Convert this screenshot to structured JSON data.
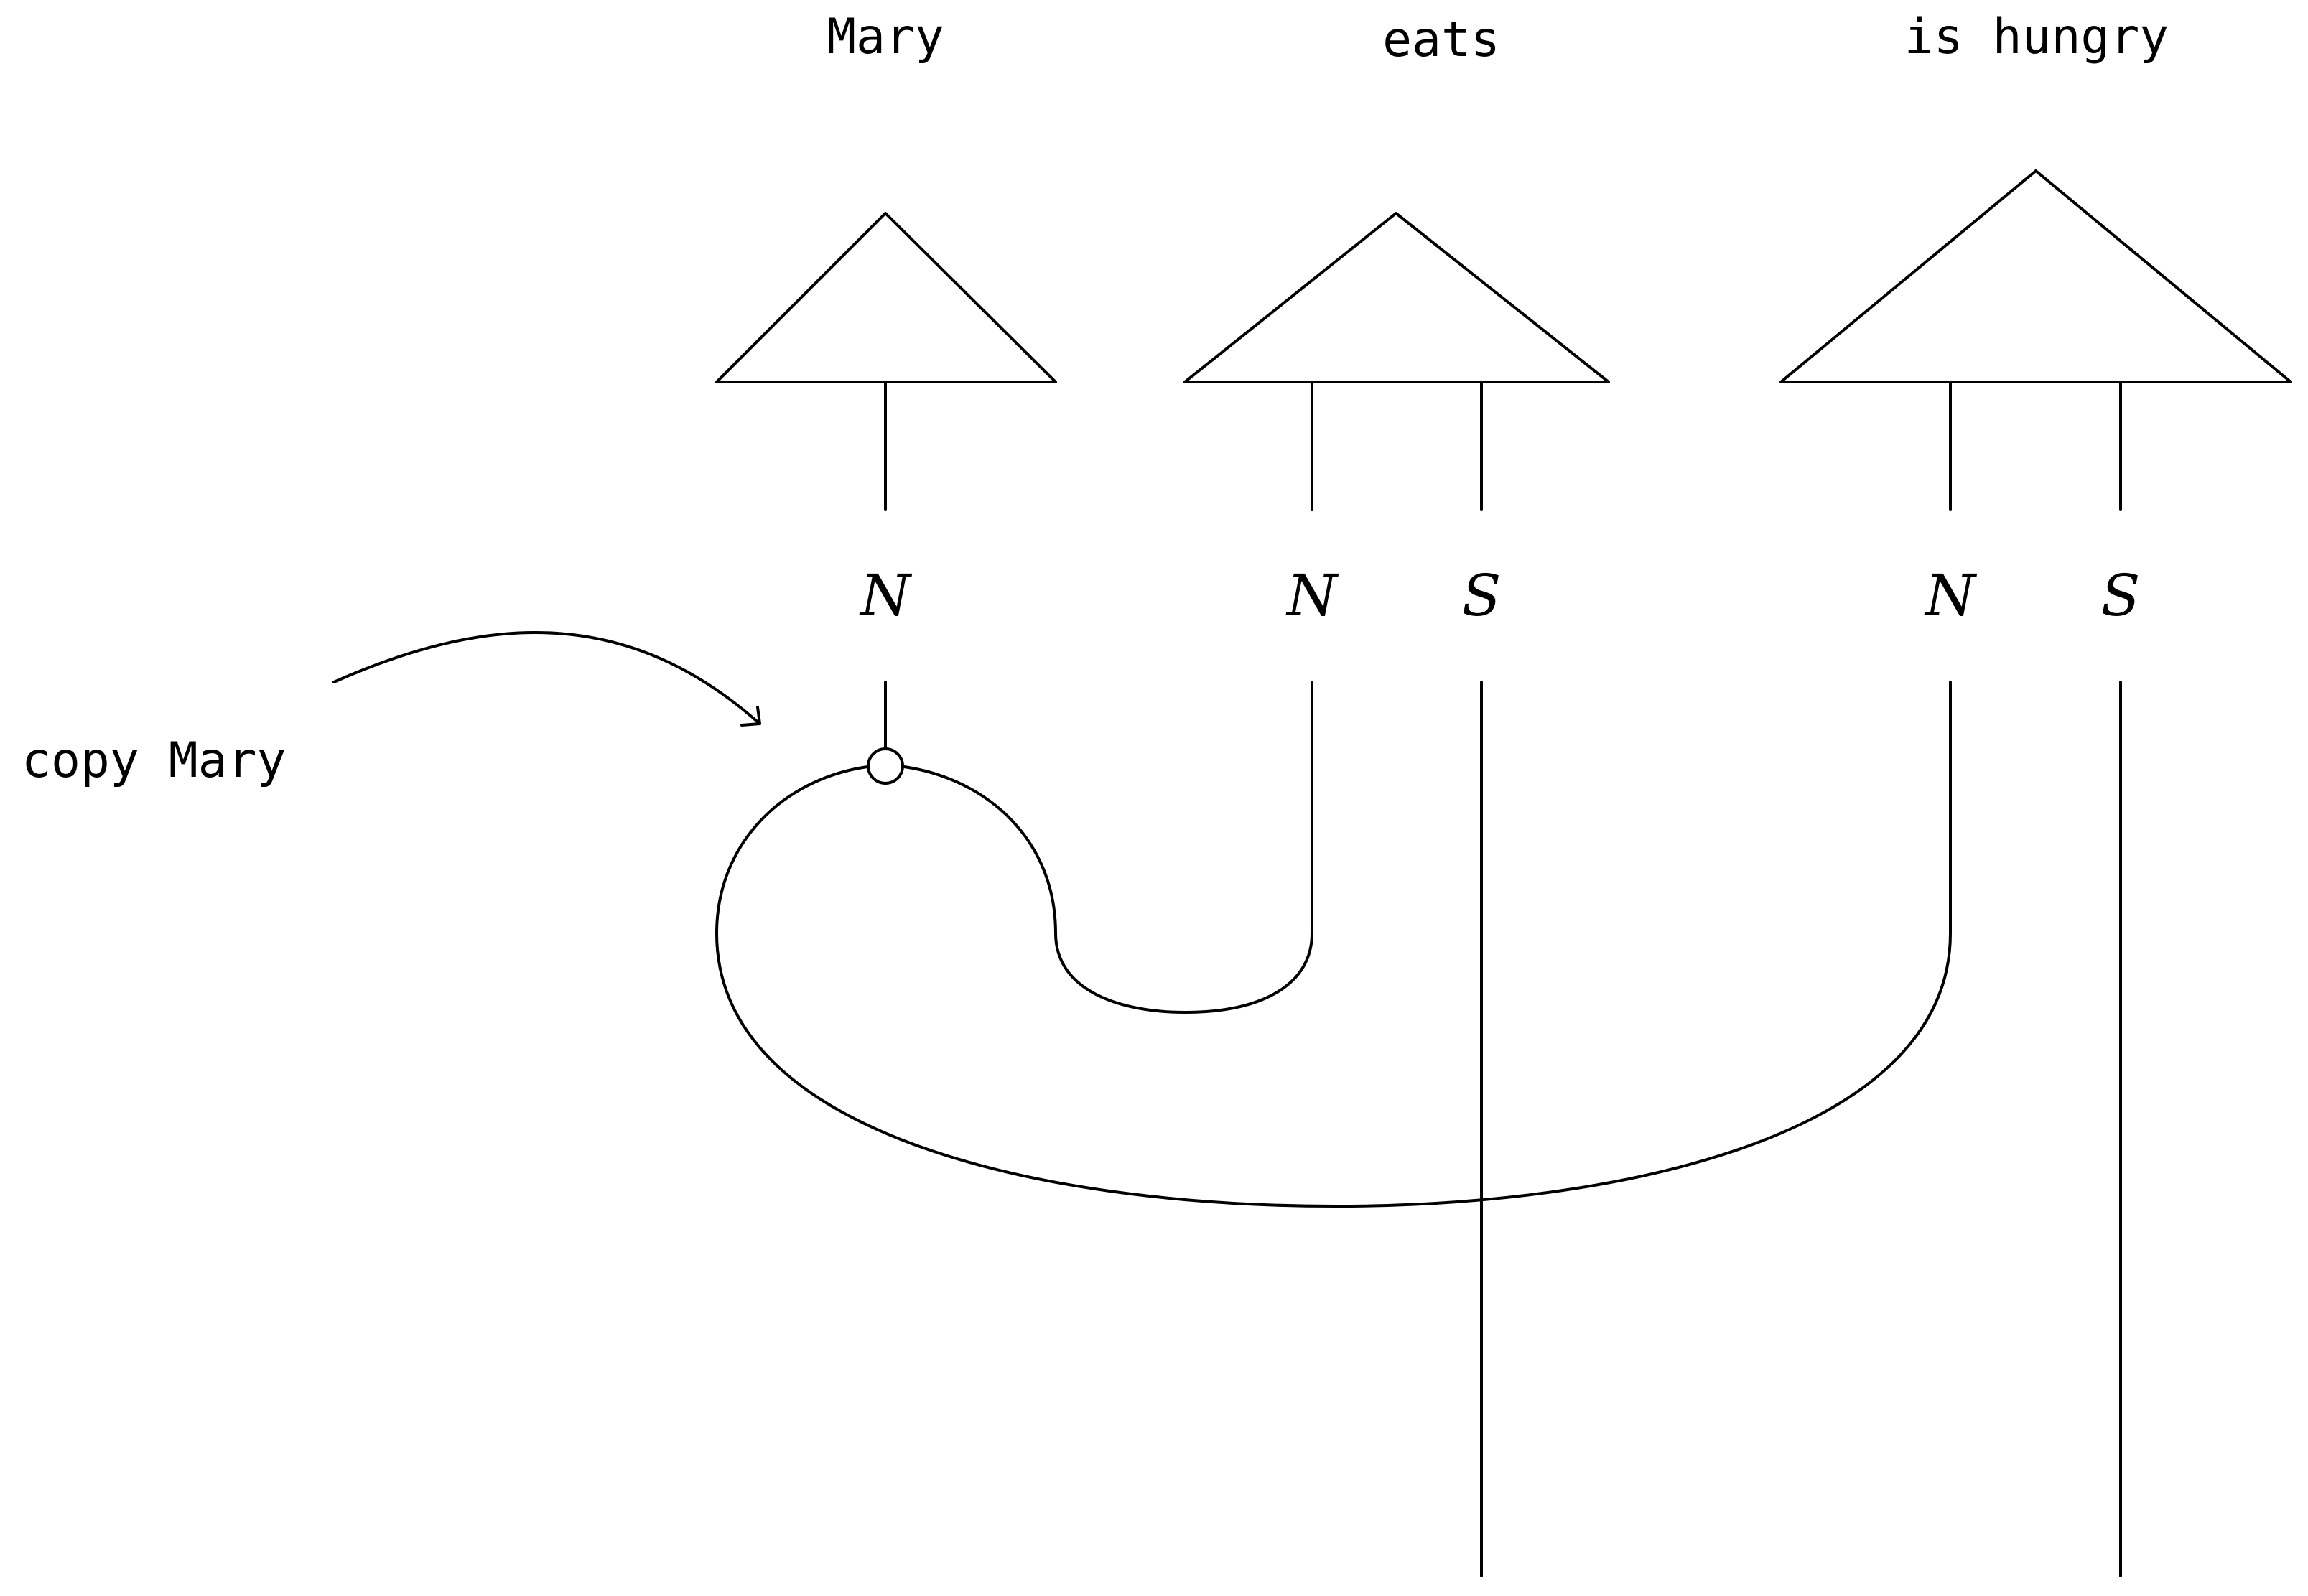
{
  "words": {
    "mary": "Mary",
    "eats": "eats",
    "is_hungry": "is hungry"
  },
  "types": {
    "mary_n": "N",
    "eats_n": "N",
    "eats_s": "S",
    "hungry_n": "N",
    "hungry_s": "S"
  },
  "annotation": {
    "copy_label": "copy Mary"
  },
  "colors": {
    "ink": "#000000",
    "background": "#ffffff"
  }
}
